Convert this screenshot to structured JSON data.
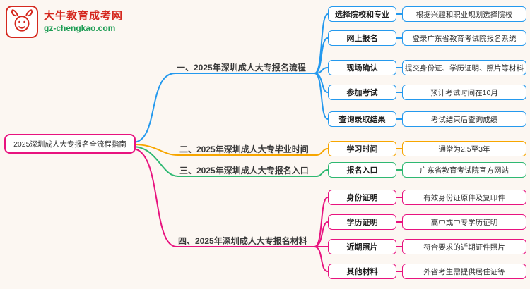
{
  "site": {
    "name": "大牛教育成考网",
    "url": "gz-chengkao.com",
    "logo_icon": "bull-icon"
  },
  "root": {
    "title": "2025深圳成人大专报名全流程指南"
  },
  "colors": {
    "brand_red": "#d5281e",
    "url_green": "#1f9d55",
    "branch1_blue": "#2499ee",
    "branch2_orange": "#f7a600",
    "branch3_green": "#2eb872",
    "branch4_pink": "#e8137f",
    "background": "#fcf7f2"
  },
  "branches": [
    {
      "label": "一、2025年深圳成人大专报名流程",
      "color": "#2499ee",
      "items": [
        {
          "label": "选择院校和专业",
          "desc": "根据兴趣和职业规划选择院校"
        },
        {
          "label": "网上报名",
          "desc": "登录广东省教育考试院报名系统"
        },
        {
          "label": "现场确认",
          "desc": "提交身份证、学历证明、照片等材料"
        },
        {
          "label": "参加考试",
          "desc": "预计考试时间在10月"
        },
        {
          "label": "查询录取结果",
          "desc": "考试结束后查询成绩"
        }
      ]
    },
    {
      "label": "二、2025年深圳成人大专毕业时间",
      "color": "#f7a600",
      "items": [
        {
          "label": "学习时间",
          "desc": "通常为2.5至3年"
        }
      ]
    },
    {
      "label": "三、2025年深圳成人大专报名入口",
      "color": "#2eb872",
      "items": [
        {
          "label": "报名入口",
          "desc": "广东省教育考试院官方网站"
        }
      ]
    },
    {
      "label": "四、2025年深圳成人大专报名材料",
      "color": "#e8137f",
      "items": [
        {
          "label": "身份证明",
          "desc": "有效身份证原件及复印件"
        },
        {
          "label": "学历证明",
          "desc": "高中或中专学历证明"
        },
        {
          "label": "近期照片",
          "desc": "符合要求的近期证件照片"
        },
        {
          "label": "其他材料",
          "desc": "外省考生需提供居住证等"
        }
      ]
    }
  ]
}
